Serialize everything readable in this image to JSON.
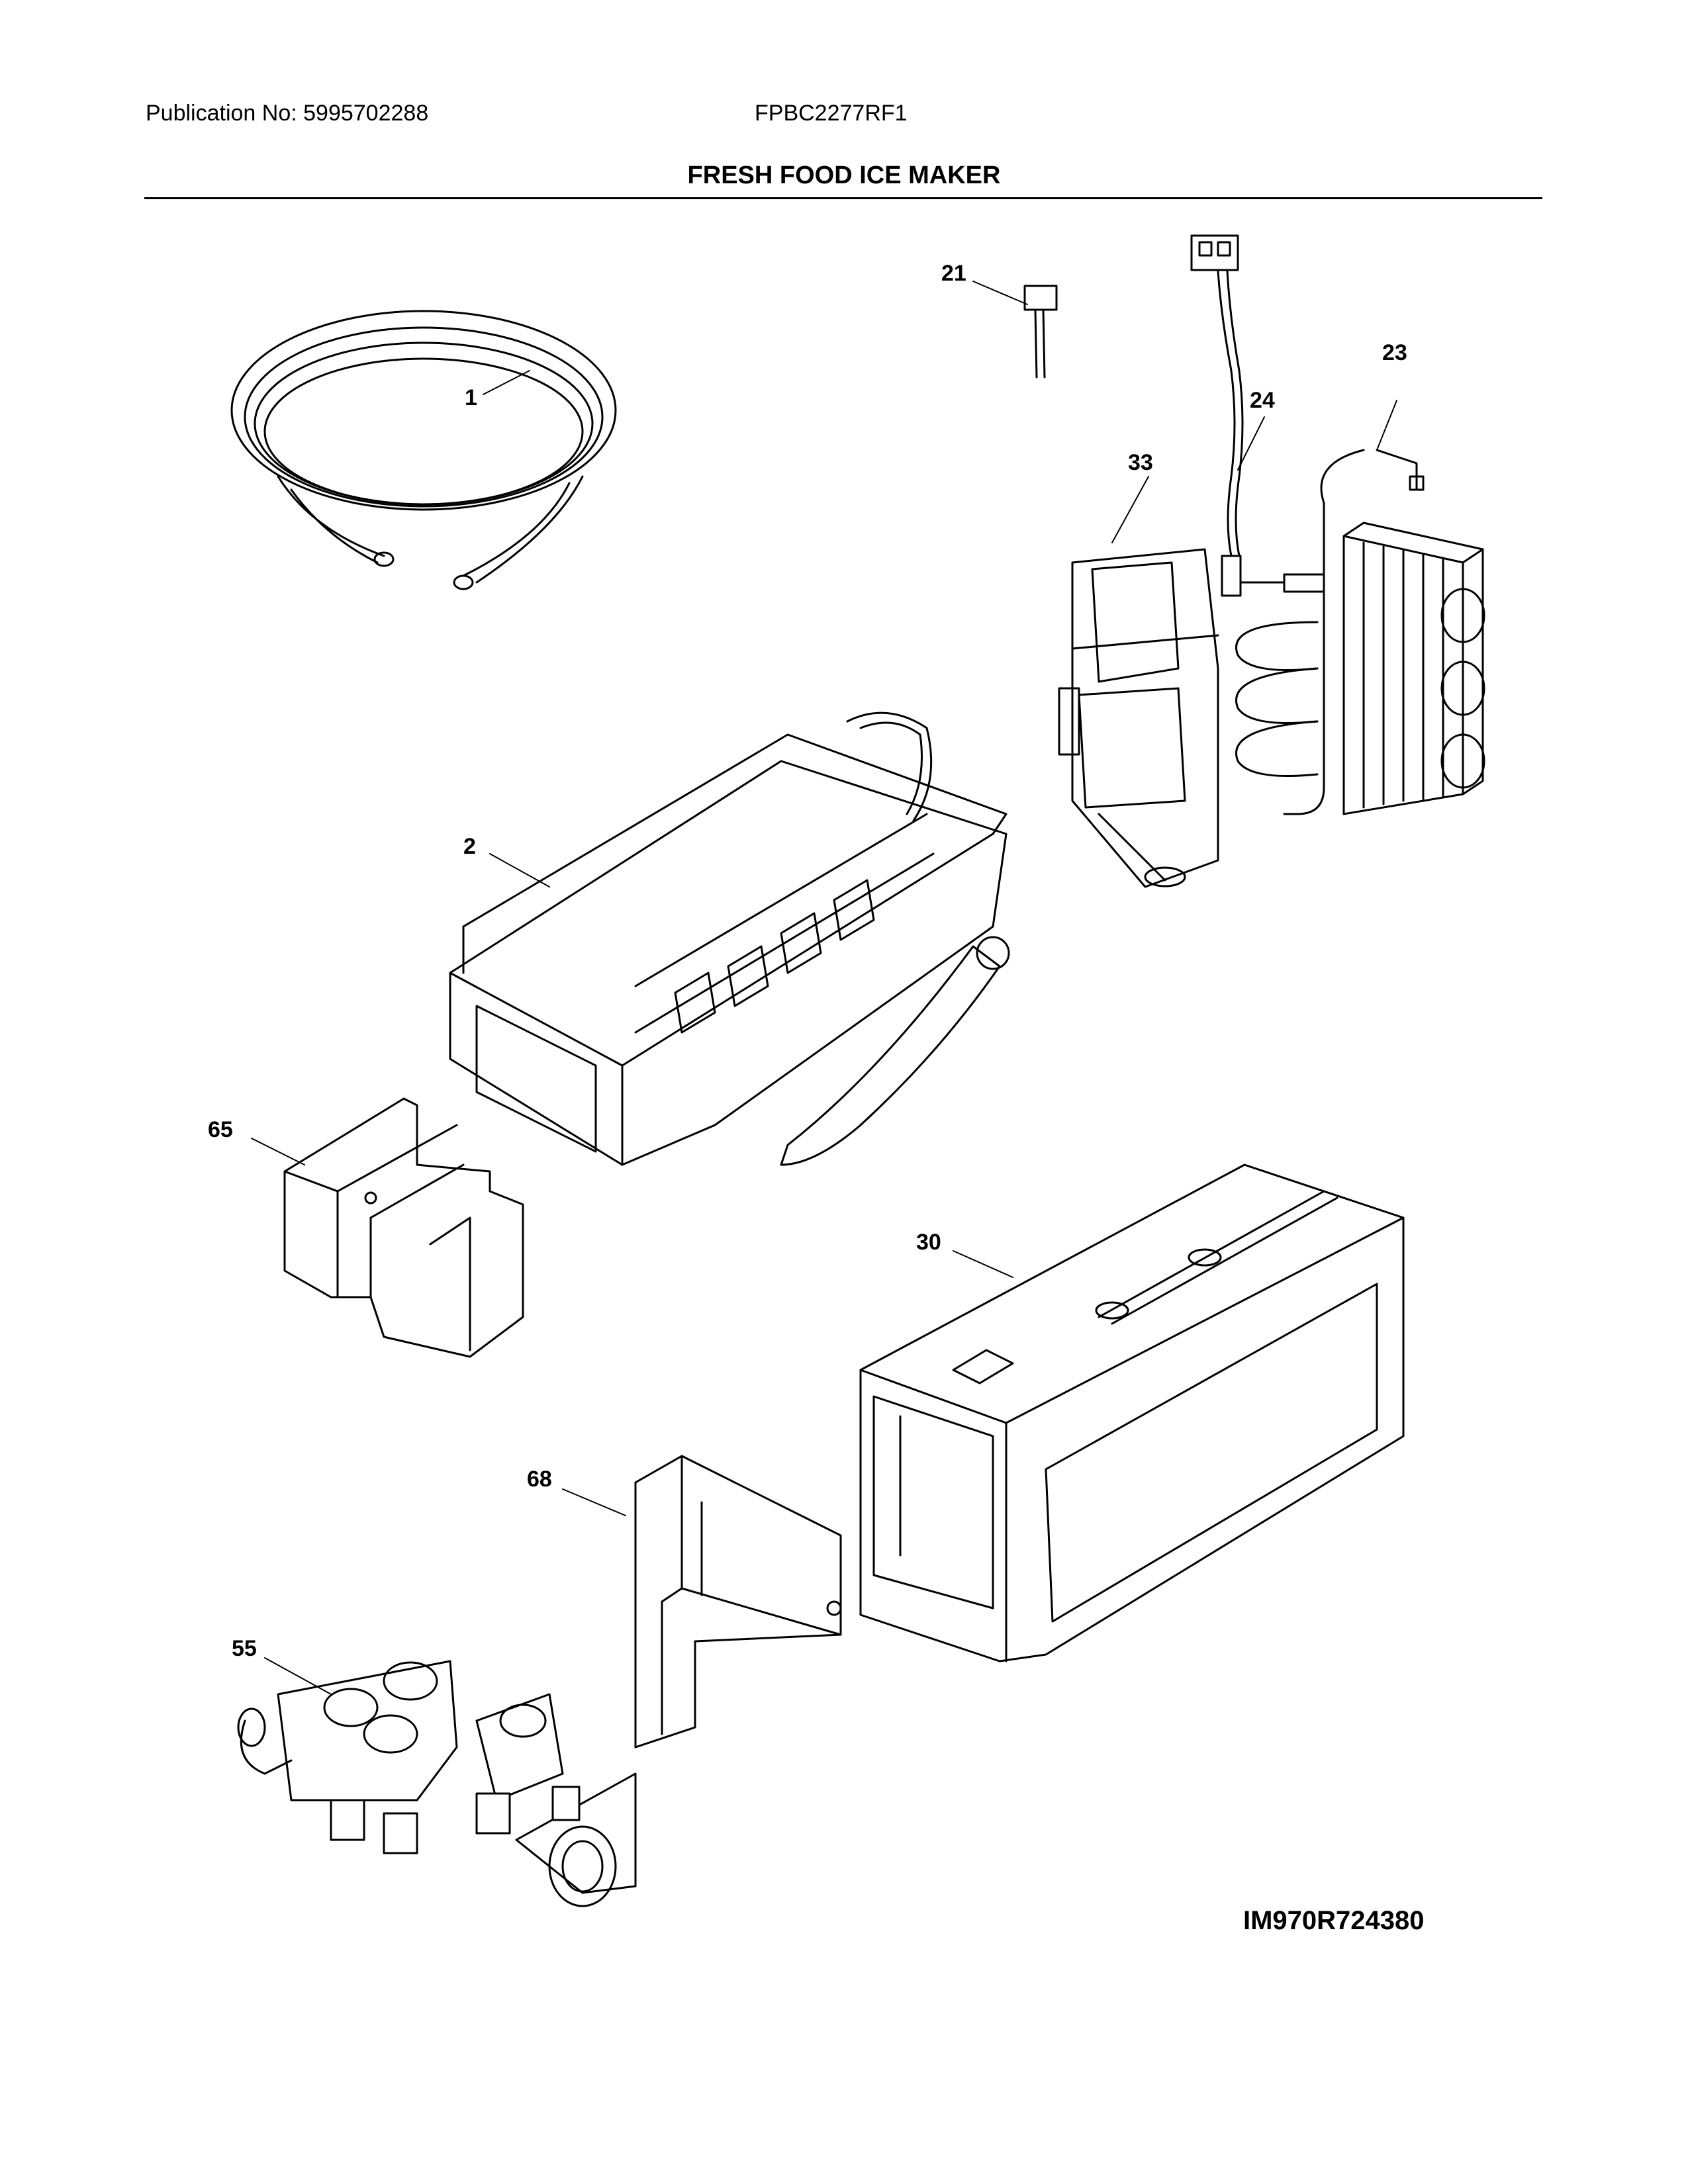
{
  "header": {
    "publication": "Publication No: 5995702288",
    "model": "FPBC2277RF1",
    "title": "FRESH FOOD ICE MAKER"
  },
  "callouts": [
    "1",
    "2",
    "21",
    "23",
    "24",
    "30",
    "33",
    "55",
    "65",
    "68"
  ],
  "diagram_code": "IM970R724380"
}
